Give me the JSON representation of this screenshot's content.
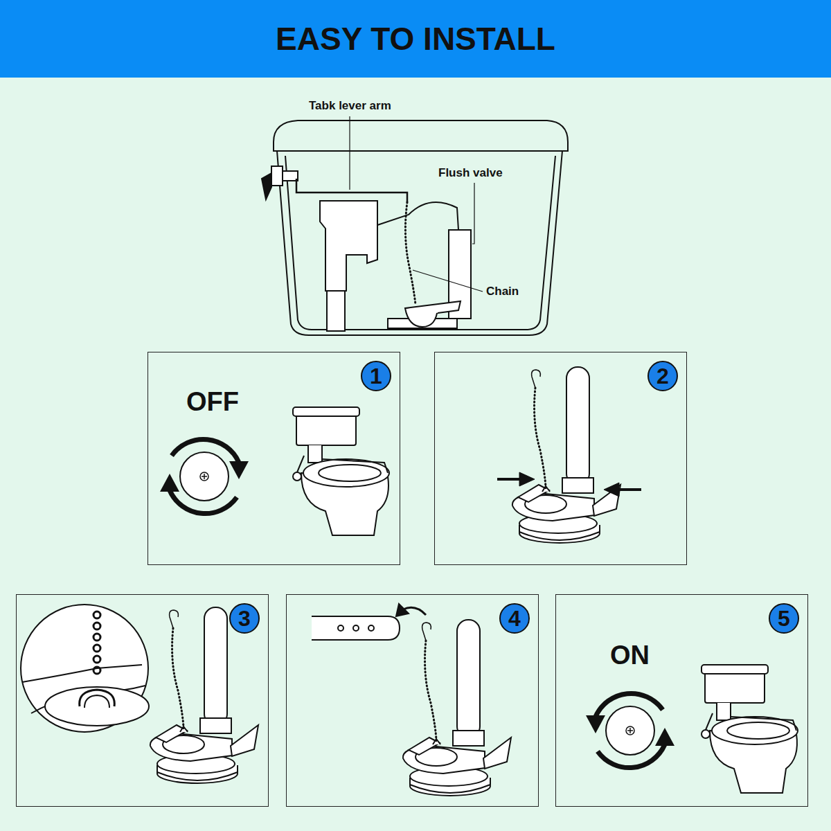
{
  "diagram": {
    "title": "EASY TO INSTALL",
    "nodes": [
      {
        "text": [
          "1",
          "OFF"
        ]
      },
      {
        "text": [
          "2"
        ]
      },
      {
        "text": [
          "3"
        ]
      },
      {
        "text": [
          "4"
        ]
      },
      {
        "text": [
          "5",
          "ON"
        ]
      }
    ],
    "labels": [
      "Tabk lever arm",
      "Flush valve",
      "Chain"
    ]
  }
}
